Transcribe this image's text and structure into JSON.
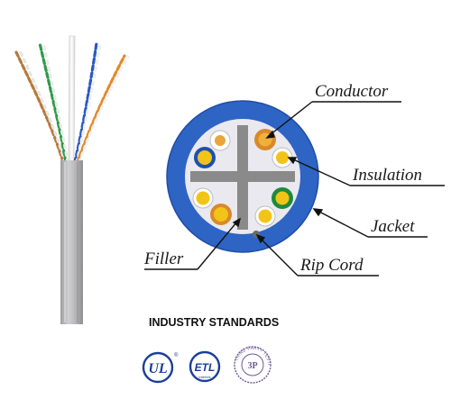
{
  "labels": {
    "conductor": "Conductor",
    "insulation": "Insulation",
    "jacket": "Jacket",
    "filler": "Filler",
    "rip_cord": "Rip Cord"
  },
  "standards": {
    "title": "INDUSTRY STANDARDS",
    "badges": [
      {
        "name": "ul-logo",
        "text": "UL"
      },
      {
        "name": "etl-logo",
        "text": "ETL",
        "subtext": "Intertek"
      },
      {
        "name": "third-party-testing-seal",
        "text": "3P",
        "ring_text": "THIRD PARTY TESTING"
      }
    ]
  },
  "colors": {
    "jacket": "#2e64c4",
    "jacket_inner": "#e9e9ef",
    "filler": "#8a8a8a",
    "conductor_orange": "#d9892a",
    "conductor_yellow": "#f2c418",
    "conductor_green": "#1e8a3c",
    "conductor_blue": "#1e4fb0",
    "cable_grey": "#b9b9bb"
  }
}
